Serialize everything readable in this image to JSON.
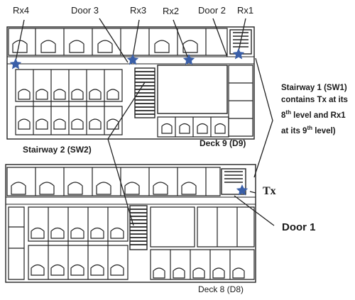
{
  "labels": {
    "rx4": "Rx4",
    "door3": "Door 3",
    "rx3": "Rx3",
    "rx2": "Rx2",
    "door2": "Door 2",
    "rx1": "Rx1",
    "stairway2": "Stairway 2 (SW2)",
    "deck9": "Deck 9 (D9)",
    "tx": "Tx",
    "door1": "Door 1",
    "deck8": "Deck 8 (D8)"
  },
  "note": {
    "part1": "Stairway 1 (SW1) contains Tx at its 8",
    "sup1": "th",
    "part2": " level and Rx1 at its 9",
    "sup2": "th",
    "part3": " level)"
  },
  "colors": {
    "marker": "#3a5fa8",
    "line": "#222222",
    "fill": "#ffffff"
  }
}
